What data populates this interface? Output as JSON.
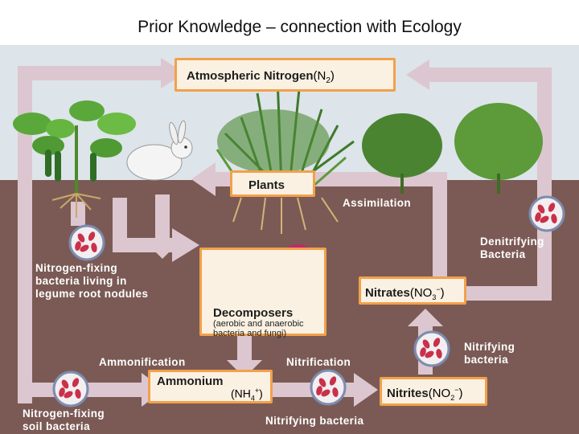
{
  "title": "Prior Knowledge – connection with Ecology",
  "colors": {
    "sky": "#dde4ea",
    "soil": "#7b5a55",
    "arrow": "#dcc7d0",
    "box_fill": "#fbf1e3",
    "box_border": "#f2a04a",
    "bacteria": "#c9304a"
  },
  "boxes": {
    "atmospheric": {
      "label": "Atmospheric Nitrogen",
      "formula": "(N",
      "sub": "2",
      "close": ")"
    },
    "plants": {
      "label": "Plants"
    },
    "decomposers": {
      "label": "Decomposers",
      "note_line1": "(aerobic and anaerobic",
      "note_line2": "bacteria and fungi)"
    },
    "nitrates": {
      "label": "Nitrates",
      "formula": "(NO",
      "sub": "3",
      "sup": "−",
      "close": ")"
    },
    "ammonium": {
      "label": "Ammonium",
      "formula": "(NH",
      "sub": "4",
      "sup": "+",
      "close": ")"
    },
    "nitrites": {
      "label": "Nitrites",
      "formula": "(NO",
      "sub": "2",
      "sup": "−",
      "close": ")"
    }
  },
  "labels": {
    "assimilation": "Assimilation",
    "denitrifying_1": "Denitrifying",
    "denitrifying_2": "Bacteria",
    "legume_1": "Nitrogen-fixing",
    "legume_2": "bacteria living in",
    "legume_3": "legume root nodules",
    "ammonification": "Ammonification",
    "nitrification": "Nitrification",
    "nitrifying_bacteria_1": "Nitrifying",
    "nitrifying_bacteria_2": "bacteria",
    "soil_bacteria_1": "Nitrogen-fixing",
    "soil_bacteria_2": "soil bacteria",
    "nitrifying_bottom": "Nitrifying bacteria"
  },
  "icons": [
    "bean-plant-icon",
    "rabbit-icon",
    "grass-icon",
    "shrub-icon",
    "mushroom-icon",
    "bacteria-cell-icon"
  ]
}
